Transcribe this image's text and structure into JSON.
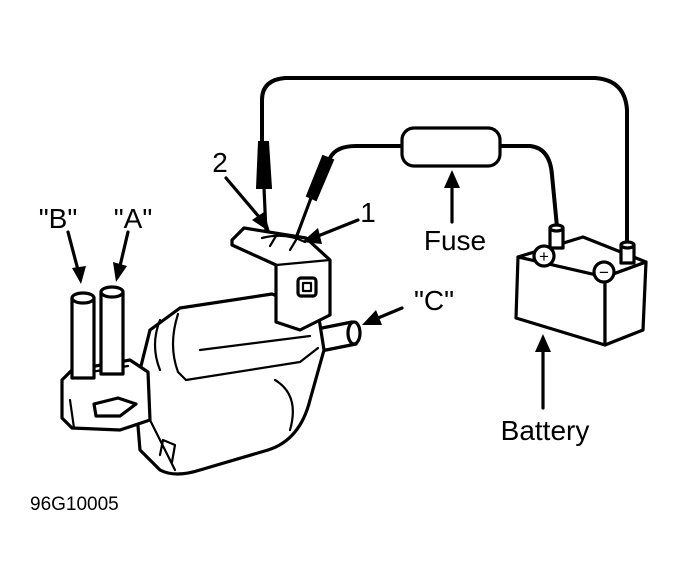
{
  "labels": {
    "port_b": "\"B\"",
    "port_a": "\"A\"",
    "port_c": "\"C\"",
    "terminal_2": "2",
    "terminal_1": "1",
    "fuse": "Fuse",
    "battery": "Battery",
    "figure_id": "96G10005"
  },
  "battery_terminals": {
    "positive": "+",
    "negative": "−"
  }
}
